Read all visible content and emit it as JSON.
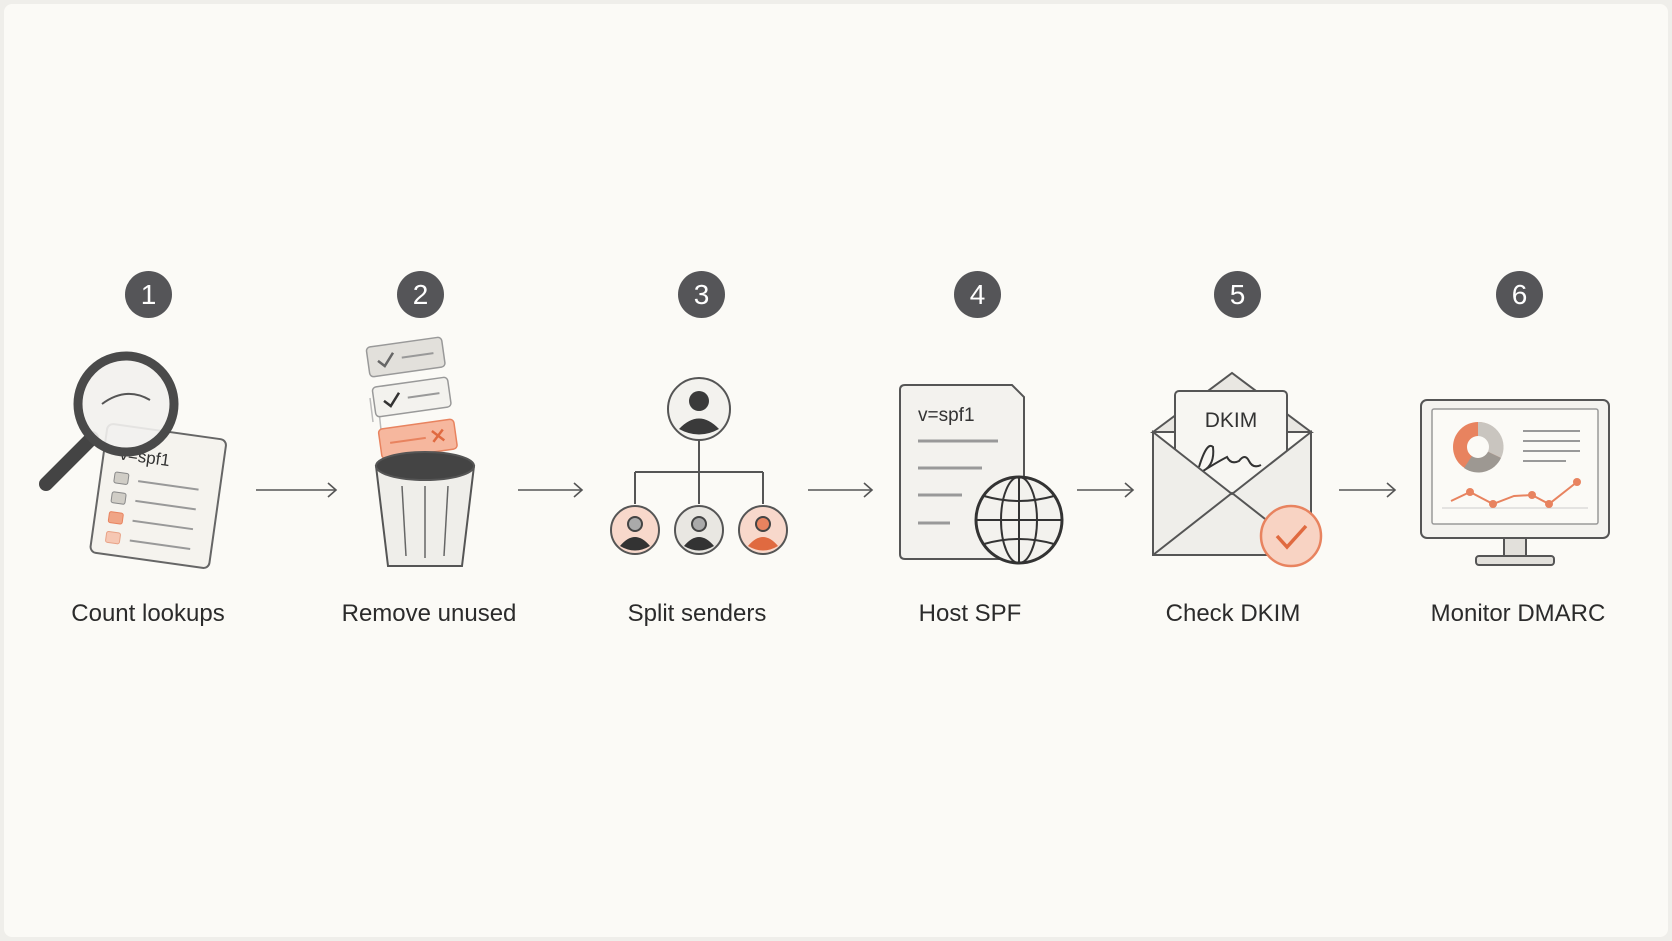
{
  "steps": [
    {
      "number": "1",
      "label": "Count lookups",
      "icon": "magnifier-spf-record-icon",
      "doc_text": "v=spf1"
    },
    {
      "number": "2",
      "label": "Remove unused",
      "icon": "trash-bin-checklist-icon"
    },
    {
      "number": "3",
      "label": "Split senders",
      "icon": "sender-tree-icon"
    },
    {
      "number": "4",
      "label": "Host SPF",
      "icon": "hosted-record-globe-icon",
      "doc_text": "v=spf1"
    },
    {
      "number": "5",
      "label": "Check DKIM",
      "icon": "dkim-envelope-check-icon",
      "doc_text": "DKIM"
    },
    {
      "number": "6",
      "label": "Monitor DMARC",
      "icon": "monitor-report-icon"
    }
  ],
  "colors": {
    "accent": "#e8835f",
    "accent_light": "#f6c7b3",
    "badge": "#555558",
    "line": "#555555",
    "background": "#fbfaf6"
  }
}
